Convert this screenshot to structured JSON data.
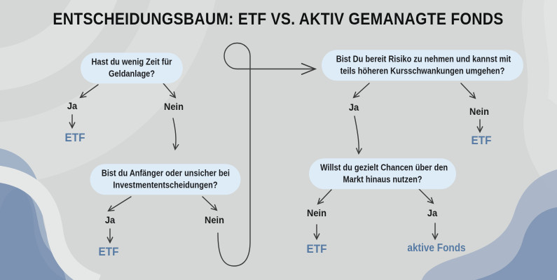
{
  "title": "ENTSCHEIDUNGSBAUM: ETF VS. AKTIV GEMANAGTE FONDS",
  "colors": {
    "bg": "#d5d7d6",
    "bubble": "#deecf8",
    "accent": "#567aa3",
    "ink": "#1b1c1e",
    "line": "#3a3a3a",
    "blob-dark": "#8095b4",
    "blob-light": "#a6b4c7"
  },
  "nodes": {
    "q1": {
      "line1": "Hast du wenig Zeit für",
      "line2": "Geldanlage?"
    },
    "q1_yes": "Ja",
    "q1_no": "Nein",
    "r1": "ETF",
    "q2": {
      "line1": "Bist du Anfänger oder unsicher bei",
      "line2": "Investmententscheidungen?"
    },
    "q2_yes": "Ja",
    "q2_no": "Nein",
    "r2": "ETF",
    "q3": {
      "line1": "Bist Du bereit Risiko zu nehmen und kannst mit",
      "line2": "teils höheren Kursschwankungen umgehen?"
    },
    "q3_yes": "Ja",
    "q3_no": "Nein",
    "r3": "ETF",
    "q4": {
      "line1": "Willst du gezielt Chancen über den",
      "line2": "Markt hinaus nutzen?"
    },
    "q4_no": "Nein",
    "q4_yes": "Ja",
    "r4": "ETF",
    "r5": "aktive Fonds"
  }
}
